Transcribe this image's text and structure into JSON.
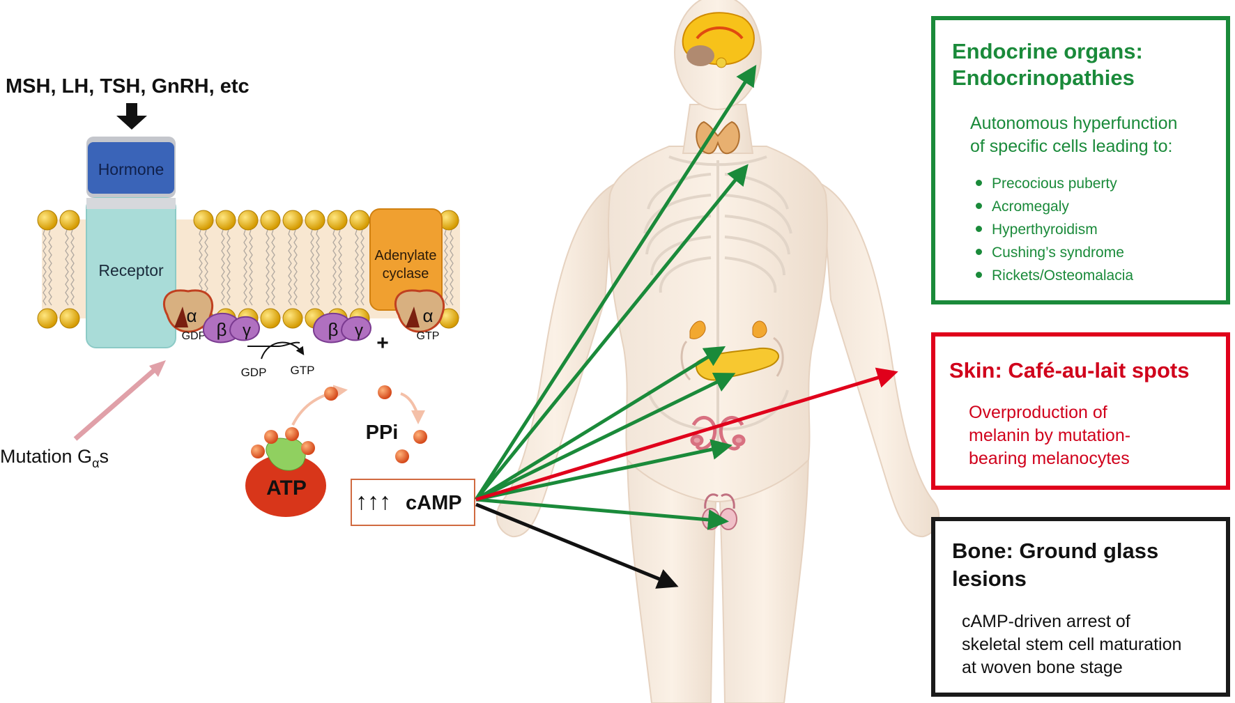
{
  "hormones_label": "MSH, LH, TSH, GnRH, etc",
  "membrane": {
    "hormone": "Hormone",
    "receptor": "Receptor",
    "adenylate_cyclase_line1": "Adenylate",
    "adenylate_cyclase_line2": "cyclase",
    "alpha": "α",
    "beta": "β",
    "gamma": "γ",
    "gdp_bound": "GDP",
    "gtp_bound": "GTP",
    "plus": "+",
    "exchange_gdp": "GDP",
    "exchange_gtp": "GTP"
  },
  "mutation": {
    "label": "Mutation G",
    "subscript": "α",
    "suffix": "s"
  },
  "reaction": {
    "atp": "ATP",
    "ppi": "PPi",
    "camp_arrows": "↑↑↑",
    "camp": "cAMP"
  },
  "endocrine": {
    "title_line1": "Endocrine organs:",
    "title_line2": "Endocrinopathies",
    "desc_line1": "Autonomous hyperfunction",
    "desc_line2": "of specific cells leading to:",
    "conditions": [
      "Precocious puberty",
      "Acromegaly",
      "Hyperthyroidism",
      "Cushing’s syndrome",
      "Rickets/Osteomalacia"
    ]
  },
  "skin": {
    "title": "Skin: Café-au-lait spots",
    "desc_line1": "Overproduction of",
    "desc_line2": "melanin by mutation-",
    "desc_line3": "bearing melanocytes"
  },
  "bone": {
    "title_line1": "Bone: Ground glass",
    "title_line2": "lesions",
    "desc_line1": "cAMP-driven arrest of",
    "desc_line2": "skeletal stem cell maturation",
    "desc_line3": "at woven bone stage"
  },
  "colors": {
    "endocrine": "#1a8a3a",
    "skin": "#e0001b",
    "bone": "#1a1a1a",
    "hormone": "#3a64b8",
    "receptor": "#a9dcd8",
    "cyclase": "#f0a030"
  }
}
